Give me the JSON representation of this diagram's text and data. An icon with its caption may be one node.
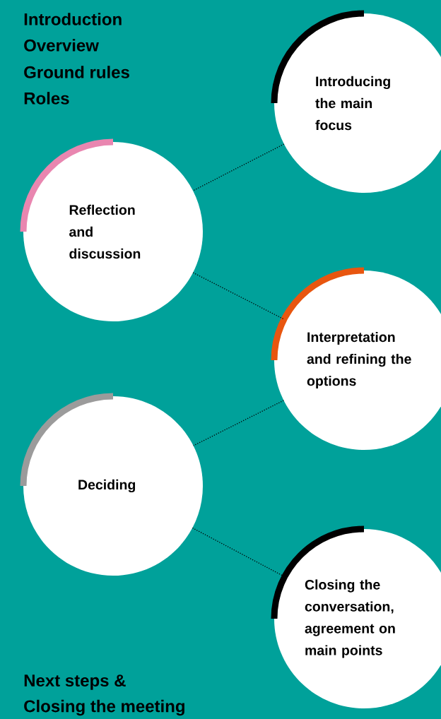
{
  "diagram": {
    "nodes": [
      {
        "text": [
          "Introducing the main focus"
        ]
      },
      {
        "text": [
          "Reflection and discussion"
        ]
      },
      {
        "text": [
          "Interpretation and refining the options"
        ]
      },
      {
        "text": [
          "Deciding"
        ]
      },
      {
        "text": [
          "Closing the conversation, agreement on main points"
        ]
      }
    ],
    "edges": [
      {
        "from": 0,
        "to": 1,
        "arrow": "none"
      },
      {
        "from": 1,
        "to": 2,
        "arrow": "none"
      },
      {
        "from": 2,
        "to": 3,
        "arrow": "none"
      },
      {
        "from": 3,
        "to": 4,
        "arrow": "none"
      }
    ],
    "labels": [
      "Introduction",
      "Overview",
      "Ground rules",
      "Roles",
      "Next steps &",
      "Closing the meeting"
    ]
  }
}
